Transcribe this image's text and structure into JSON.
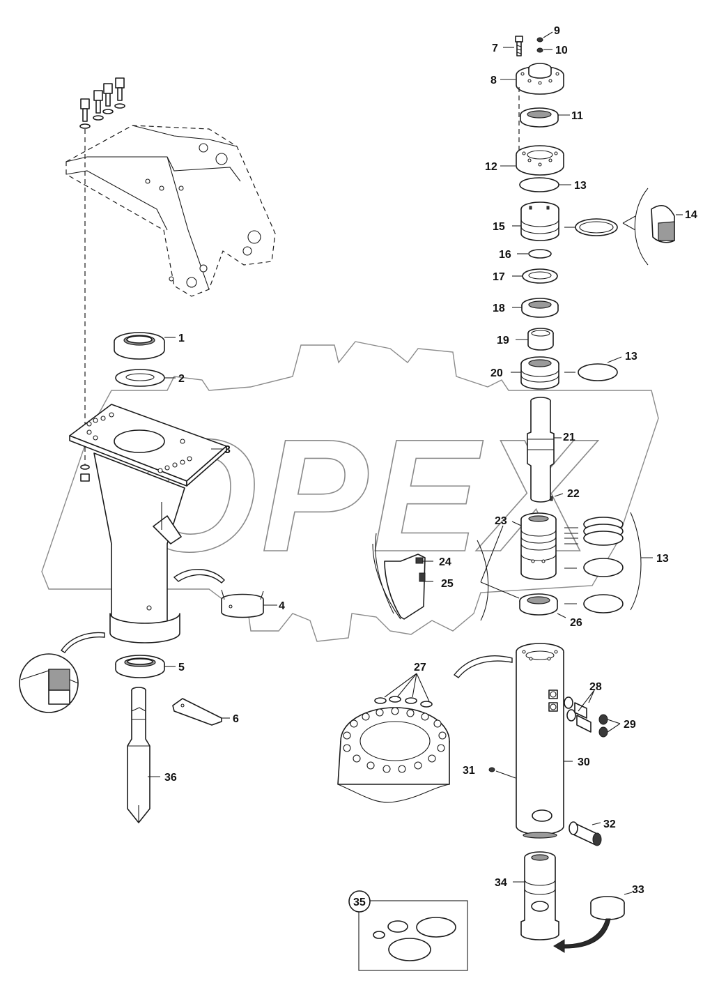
{
  "watermark": {
    "text": "OPEX"
  },
  "corner_mark": "",
  "callouts": [
    {
      "id": "c1",
      "text": "1"
    },
    {
      "id": "c2",
      "text": "2"
    },
    {
      "id": "c3",
      "text": "3"
    },
    {
      "id": "c4",
      "text": "4"
    },
    {
      "id": "c5",
      "text": "5"
    },
    {
      "id": "c6",
      "text": "6"
    },
    {
      "id": "c7",
      "text": "7"
    },
    {
      "id": "c8",
      "text": "8"
    },
    {
      "id": "c9",
      "text": "9"
    },
    {
      "id": "c10",
      "text": "10"
    },
    {
      "id": "c11",
      "text": "11"
    },
    {
      "id": "c12",
      "text": "12"
    },
    {
      "id": "c13a",
      "text": "13"
    },
    {
      "id": "c13b",
      "text": "13"
    },
    {
      "id": "c13c",
      "text": "13"
    },
    {
      "id": "c14",
      "text": "14"
    },
    {
      "id": "c15",
      "text": "15"
    },
    {
      "id": "c16",
      "text": "16"
    },
    {
      "id": "c17",
      "text": "17"
    },
    {
      "id": "c18",
      "text": "18"
    },
    {
      "id": "c19",
      "text": "19"
    },
    {
      "id": "c20",
      "text": "20"
    },
    {
      "id": "c21",
      "text": "21"
    },
    {
      "id": "c22",
      "text": "22"
    },
    {
      "id": "c23",
      "text": "23"
    },
    {
      "id": "c24",
      "text": "24"
    },
    {
      "id": "c25",
      "text": "25"
    },
    {
      "id": "c26",
      "text": "26"
    },
    {
      "id": "c27",
      "text": "27"
    },
    {
      "id": "c28",
      "text": "28"
    },
    {
      "id": "c29",
      "text": "29"
    },
    {
      "id": "c30",
      "text": "30"
    },
    {
      "id": "c31",
      "text": "31"
    },
    {
      "id": "c32",
      "text": "32"
    },
    {
      "id": "c33",
      "text": "33"
    },
    {
      "id": "c34",
      "text": "34"
    },
    {
      "id": "c35",
      "text": "35"
    },
    {
      "id": "c36",
      "text": "36"
    }
  ]
}
